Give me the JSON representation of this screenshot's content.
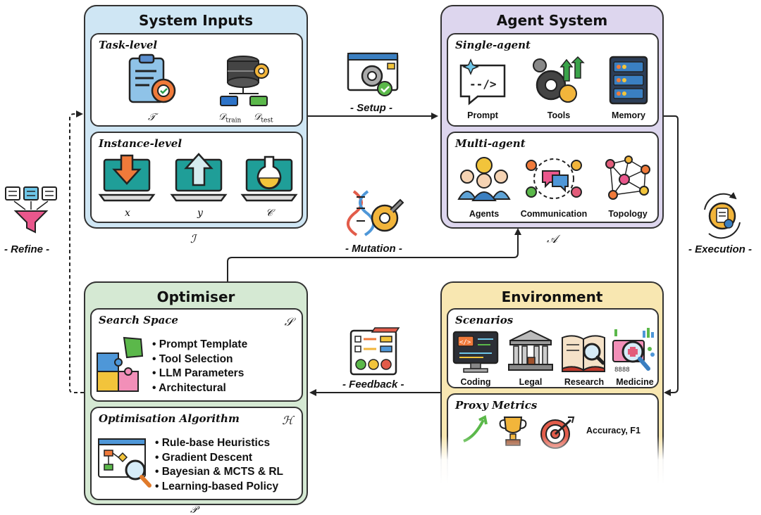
{
  "system_inputs": {
    "title": "System Inputs",
    "symbol": "ℐ",
    "task_level": {
      "title": "Task-level",
      "items": [
        {
          "symbol": "𝒯"
        },
        {
          "train": "𝒟",
          "train_sub": "train",
          "test": "𝒟",
          "test_sub": "test"
        }
      ]
    },
    "instance_level": {
      "title": "Instance-level",
      "items": [
        {
          "symbol": "x"
        },
        {
          "symbol": "y"
        },
        {
          "symbol": "𝒞"
        }
      ]
    }
  },
  "agent_system": {
    "title": "Agent System",
    "symbol": "𝒜",
    "single_agent": {
      "title": "Single-agent",
      "items": [
        {
          "label": "Prompt"
        },
        {
          "label": "Tools"
        },
        {
          "label": "Memory"
        }
      ]
    },
    "multi_agent": {
      "title": "Multi-agent",
      "items": [
        {
          "label": "Agents"
        },
        {
          "label": "Communication"
        },
        {
          "label": "Topology"
        }
      ]
    }
  },
  "optimiser": {
    "title": "Optimiser",
    "symbol": "𝒫",
    "search_space": {
      "title": "Search Space",
      "symbol": "𝒮",
      "items": [
        "Prompt Template",
        "Tool Selection",
        "LLM Parameters",
        "Architectural"
      ]
    },
    "algorithm": {
      "title": "Optimisation Algorithm",
      "symbol": "ℋ",
      "items": [
        "Rule-base Heuristics",
        "Gradient Descent",
        "Bayesian & MCTS & RL",
        "Learning-based Policy"
      ]
    }
  },
  "environment": {
    "title": "Environment",
    "scenarios": {
      "title": "Scenarios",
      "items": [
        {
          "label": "Coding"
        },
        {
          "label": "Legal"
        },
        {
          "label": "Research"
        },
        {
          "label": "Medicine"
        }
      ]
    },
    "proxy_metrics": {
      "title": "Proxy Metrics",
      "text": "Accuracy, F1"
    }
  },
  "flows": {
    "setup": "- Setup -",
    "mutation": "- Mutation -",
    "feedback": "- Feedback -",
    "refine": "- Refine -",
    "execution": "- Execution -"
  },
  "colors": {
    "system_inputs_bg": "#cfe6f4",
    "agent_system_bg": "#ddd6ee",
    "optimiser_bg": "#d5e9d3",
    "environment_bg": "#f8e7b1",
    "accent_teal": "#1f9e98",
    "accent_orange": "#f07a3a"
  }
}
